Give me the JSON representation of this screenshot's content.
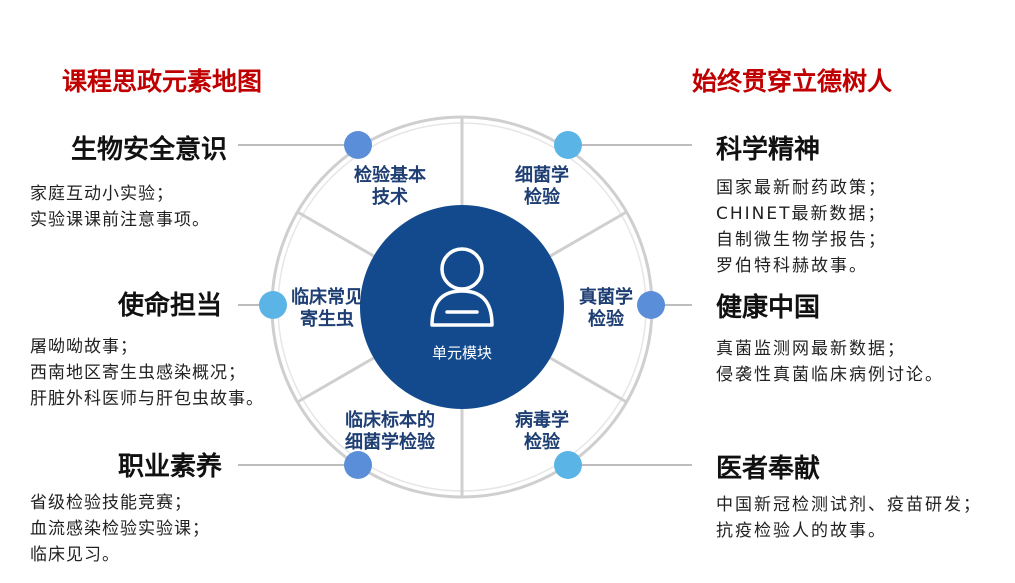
{
  "headers": {
    "left": "课程思政元素地图",
    "right": "始终贯穿立德树人"
  },
  "center": {
    "label": "单元模块",
    "icon": "user-icon",
    "color": "#134a8e"
  },
  "segments": [
    {
      "line1": "检验基本",
      "line2": "技术"
    },
    {
      "line1": "细菌学",
      "line2": "检验"
    },
    {
      "line1": "真菌学",
      "line2": "检验"
    },
    {
      "line1": "病毒学",
      "line2": "检验"
    },
    {
      "line1": "临床标本的",
      "line2": "细菌学检验"
    },
    {
      "line1": "临床常见",
      "line2": "寄生虫"
    }
  ],
  "left_topics": [
    {
      "title": "生物安全意识",
      "items": [
        "家庭互动小实验；",
        "实验课课前注意事项。"
      ]
    },
    {
      "title": "使命担当",
      "items": [
        "屠呦呦故事；",
        "西南地区寄生虫感染概况；",
        "肝脏外科医师与肝包虫故事。"
      ]
    },
    {
      "title": "职业素养",
      "items": [
        "省级检验技能竞赛；",
        "血流感染检验实验课；",
        "临床见习。"
      ]
    }
  ],
  "right_topics": [
    {
      "title": "科学精神",
      "items": [
        "国家最新耐药政策；",
        "CHINET最新数据；",
        "自制微生物学报告；",
        "罗伯特科赫故事。"
      ]
    },
    {
      "title": "健康中国",
      "items": [
        "真菌监测网最新数据；",
        "侵袭性真菌临床病例讨论。"
      ]
    },
    {
      "title": "医者奉献",
      "items": [
        "中国新冠检测试剂、疫苗研发；",
        "抗疫检验人的故事。"
      ]
    }
  ],
  "colors": {
    "header": "#c00000",
    "segment_text": "#1f3f74",
    "dot_blue": "#5b8ed9",
    "dot_light": "#5ab4e5",
    "ring": "#cfcfcf"
  }
}
